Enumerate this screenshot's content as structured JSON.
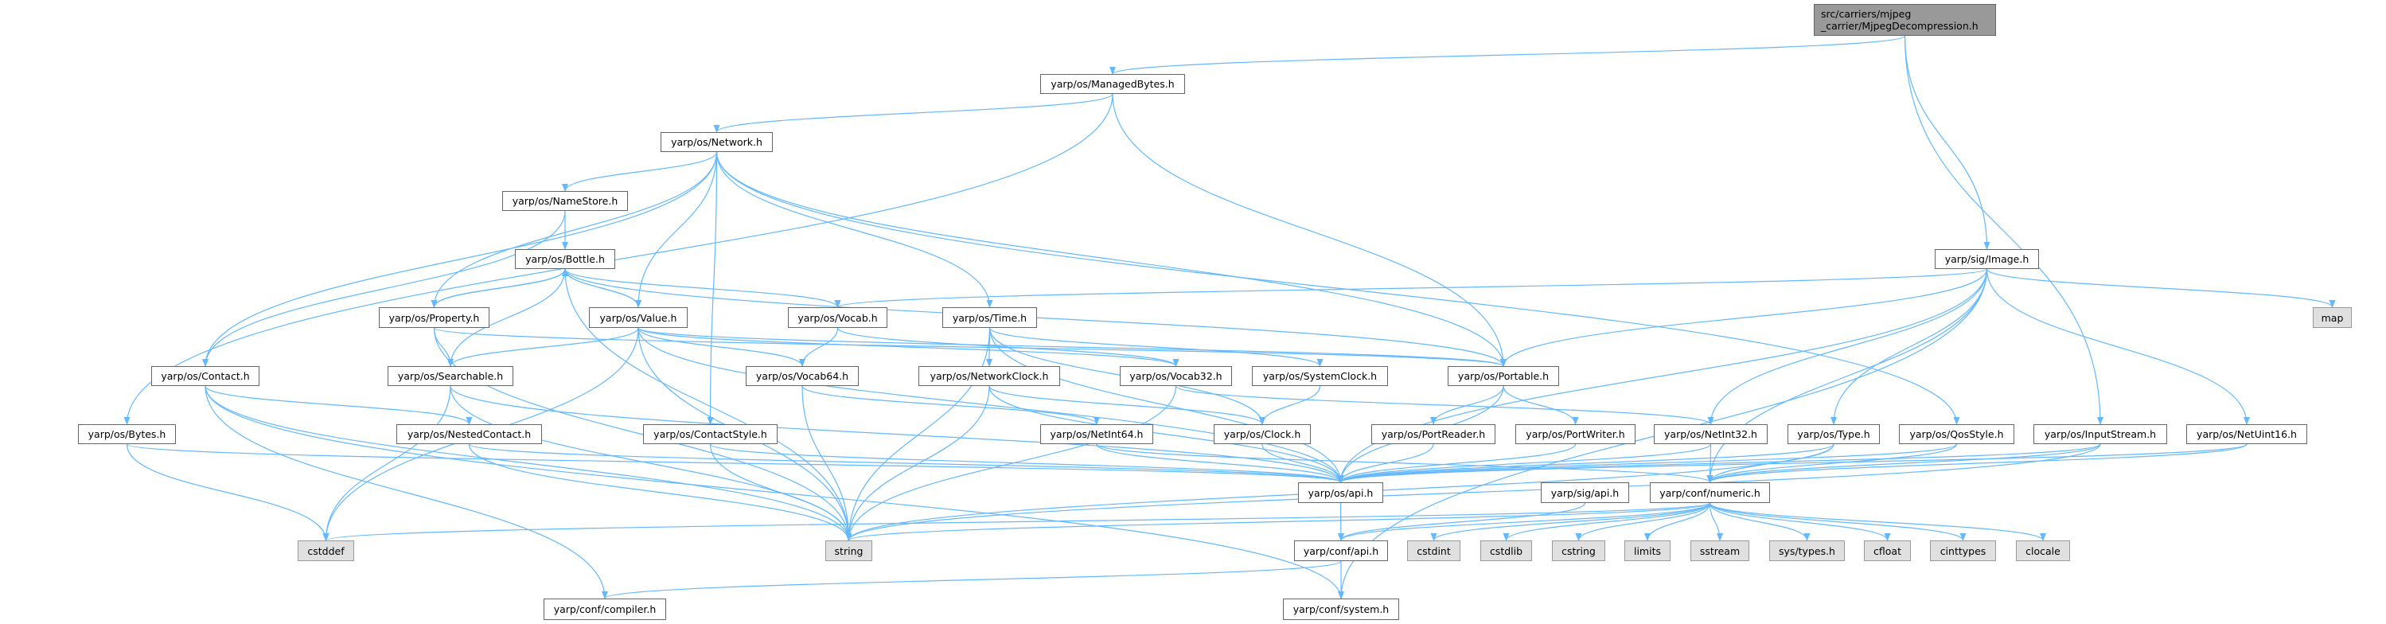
{
  "graph": {
    "title": "src/carriers/mjpeg\n_carrier/MjpegDecompression.h",
    "edge_color": "#63b8ff",
    "nodes": {
      "root": "src/carriers/mjpeg\n_carrier/MjpegDecompression.h",
      "managedbytes": "yarp/os/ManagedBytes.h",
      "network": "yarp/os/Network.h",
      "namestore": "yarp/os/NameStore.h",
      "bottle": "yarp/os/Bottle.h",
      "property": "yarp/os/Property.h",
      "value": "yarp/os/Value.h",
      "contact": "yarp/os/Contact.h",
      "searchable": "yarp/os/Searchable.h",
      "bytes": "yarp/os/Bytes.h",
      "nestedcontact": "yarp/os/NestedContact.h",
      "contactstyle": "yarp/os/ContactStyle.h",
      "cstddef": "cstddef",
      "compiler": "yarp/conf/compiler.h",
      "vocab": "yarp/os/Vocab.h",
      "time": "yarp/os/Time.h",
      "vocab64": "yarp/os/Vocab64.h",
      "networkclock": "yarp/os/NetworkClock.h",
      "vocab32": "yarp/os/Vocab32.h",
      "systemclock": "yarp/os/SystemClock.h",
      "portable": "yarp/os/Portable.h",
      "netint64": "yarp/os/NetInt64.h",
      "clock": "yarp/os/Clock.h",
      "portreader": "yarp/os/PortReader.h",
      "portwriter": "yarp/os/PortWriter.h",
      "osapi": "yarp/os/api.h",
      "sigapi": "yarp/sig/api.h",
      "string": "string",
      "confapi": "yarp/conf/api.h",
      "cstdint": "cstdint",
      "cstdlib": "cstdlib",
      "cstring": "cstring",
      "system": "yarp/conf/system.h",
      "image": "yarp/sig/Image.h",
      "map": "map",
      "netint32": "yarp/os/NetInt32.h",
      "type": "yarp/os/Type.h",
      "qosstyle": "yarp/os/QosStyle.h",
      "inputstream": "yarp/os/InputStream.h",
      "netuint16": "yarp/os/NetUint16.h",
      "numeric": "yarp/conf/numeric.h",
      "limits": "limits",
      "sstream": "sstream",
      "systypes": "sys/types.h",
      "cfloat": "cfloat",
      "cinttypes": "cinttypes",
      "clocale": "clocale"
    },
    "edges": [
      [
        "root",
        "managedbytes"
      ],
      [
        "root",
        "image"
      ],
      [
        "root",
        "inputstream"
      ],
      [
        "managedbytes",
        "bytes"
      ],
      [
        "managedbytes",
        "network"
      ],
      [
        "managedbytes",
        "portable"
      ],
      [
        "network",
        "namestore"
      ],
      [
        "network",
        "property"
      ],
      [
        "network",
        "contact"
      ],
      [
        "network",
        "value"
      ],
      [
        "network",
        "contactstyle"
      ],
      [
        "network",
        "time"
      ],
      [
        "network",
        "portable"
      ],
      [
        "network",
        "qosstyle"
      ],
      [
        "namestore",
        "bottle"
      ],
      [
        "namestore",
        "contact"
      ],
      [
        "bottle",
        "property"
      ],
      [
        "bottle",
        "value"
      ],
      [
        "bottle",
        "searchable"
      ],
      [
        "bottle",
        "string"
      ],
      [
        "bottle",
        "vocab"
      ],
      [
        "bottle",
        "portable"
      ],
      [
        "property",
        "bottle"
      ],
      [
        "property",
        "searchable"
      ],
      [
        "property",
        "string"
      ],
      [
        "property",
        "portable"
      ],
      [
        "value",
        "bottle"
      ],
      [
        "value",
        "searchable"
      ],
      [
        "value",
        "cstddef"
      ],
      [
        "value",
        "string"
      ],
      [
        "value",
        "vocab64"
      ],
      [
        "value",
        "vocab32"
      ],
      [
        "value",
        "portable"
      ],
      [
        "value",
        "osapi"
      ],
      [
        "contact",
        "nestedcontact"
      ],
      [
        "contact",
        "string"
      ],
      [
        "contact",
        "compiler"
      ],
      [
        "contact",
        "system"
      ],
      [
        "searchable",
        "cstddef"
      ],
      [
        "searchable",
        "string"
      ],
      [
        "searchable",
        "osapi"
      ],
      [
        "bytes",
        "cstddef"
      ],
      [
        "bytes",
        "osapi"
      ],
      [
        "nestedcontact",
        "string"
      ],
      [
        "nestedcontact",
        "osapi"
      ],
      [
        "contactstyle",
        "string"
      ],
      [
        "contactstyle",
        "osapi"
      ],
      [
        "vocab",
        "vocab64"
      ],
      [
        "vocab",
        "vocab32"
      ],
      [
        "time",
        "networkclock"
      ],
      [
        "time",
        "string"
      ],
      [
        "time",
        "systemclock"
      ],
      [
        "time",
        "clock"
      ],
      [
        "time",
        "osapi"
      ],
      [
        "vocab64",
        "string"
      ],
      [
        "vocab64",
        "netint64"
      ],
      [
        "networkclock",
        "string"
      ],
      [
        "networkclock",
        "osapi"
      ],
      [
        "networkclock",
        "clock"
      ],
      [
        "vocab32",
        "string"
      ],
      [
        "vocab32",
        "netint32"
      ],
      [
        "systemclock",
        "clock"
      ],
      [
        "portable",
        "osapi"
      ],
      [
        "portable",
        "portreader"
      ],
      [
        "portable",
        "portwriter"
      ],
      [
        "netint64",
        "osapi"
      ],
      [
        "netint64",
        "numeric"
      ],
      [
        "clock",
        "osapi"
      ],
      [
        "portreader",
        "osapi"
      ],
      [
        "portwriter",
        "osapi"
      ],
      [
        "netint32",
        "osapi"
      ],
      [
        "netint32",
        "numeric"
      ],
      [
        "type",
        "osapi"
      ],
      [
        "type",
        "string"
      ],
      [
        "type",
        "numeric"
      ],
      [
        "qosstyle",
        "osapi"
      ],
      [
        "qosstyle",
        "numeric"
      ],
      [
        "inputstream",
        "osapi"
      ],
      [
        "inputstream",
        "numeric"
      ],
      [
        "inputstream",
        "string"
      ],
      [
        "netuint16",
        "osapi"
      ],
      [
        "netuint16",
        "numeric"
      ],
      [
        "image",
        "vocab"
      ],
      [
        "image",
        "portable"
      ],
      [
        "image",
        "netint32"
      ],
      [
        "image",
        "type"
      ],
      [
        "image",
        "netuint16"
      ],
      [
        "image",
        "map"
      ],
      [
        "image",
        "numeric"
      ],
      [
        "image",
        "system"
      ],
      [
        "image",
        "osapi"
      ],
      [
        "osapi",
        "confapi"
      ],
      [
        "sigapi",
        "confapi"
      ],
      [
        "confapi",
        "system"
      ],
      [
        "confapi",
        "compiler"
      ],
      [
        "numeric",
        "string"
      ],
      [
        "numeric",
        "cstddef"
      ],
      [
        "numeric",
        "cstdint"
      ],
      [
        "numeric",
        "cstdlib"
      ],
      [
        "numeric",
        "cstring"
      ],
      [
        "numeric",
        "limits"
      ],
      [
        "numeric",
        "sstream"
      ],
      [
        "numeric",
        "systypes"
      ],
      [
        "numeric",
        "cfloat"
      ],
      [
        "numeric",
        "cinttypes"
      ],
      [
        "numeric",
        "clocale"
      ],
      [
        "numeric",
        "confapi"
      ]
    ]
  }
}
